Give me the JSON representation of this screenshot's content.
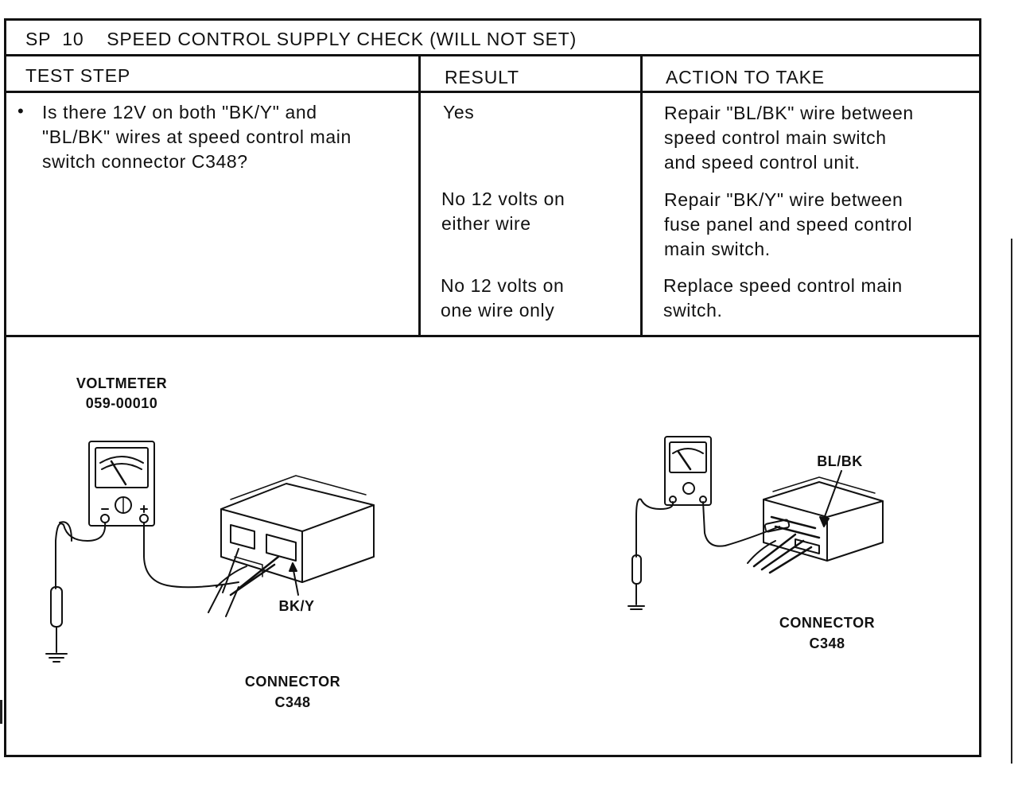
{
  "title": "SP  10    SPEED CONTROL SUPPLY CHECK (WILL NOT SET)",
  "columns": {
    "test_step": "TEST STEP",
    "result": "RESULT",
    "action": "ACTION TO TAKE"
  },
  "test_step": {
    "bullet": "•",
    "text": "Is there 12V on both \"BK/Y\" and\n\"BL/BK\" wires at speed control main\nswitch connector C348?"
  },
  "rows": [
    {
      "result": "Yes",
      "action": "Repair \"BL/BK\" wire between\nspeed control main switch\nand speed control unit."
    },
    {
      "result": "No 12 volts on\neither wire",
      "action": "Repair \"BK/Y\" wire between\nfuse panel and speed control\nmain switch."
    },
    {
      "result": "No 12 volts on\none wire only",
      "action": "Replace speed control main\nswitch."
    }
  ],
  "illustration": {
    "voltmeter_label": "VOLTMETER\n059-00010",
    "left_wire_label": "BK/Y",
    "left_connector_label": "CONNECTOR\nC348",
    "right_wire_label": "BL/BK",
    "right_connector_label": "CONNECTOR\nC348"
  }
}
